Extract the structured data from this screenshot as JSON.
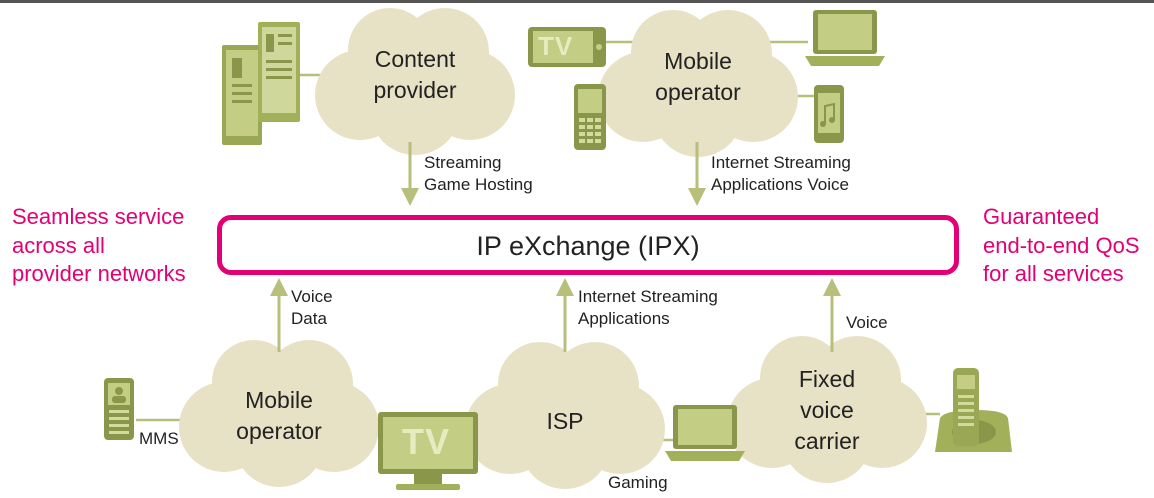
{
  "hub": {
    "label": "IP eXchange (IPX)"
  },
  "side_left": {
    "lines": [
      "Seamless service",
      "across all",
      "provider networks"
    ]
  },
  "side_right": {
    "lines": [
      "Guaranteed",
      "end-to-end QoS",
      "for all services"
    ]
  },
  "clouds": {
    "content_provider": {
      "lines": [
        "Content",
        "provider"
      ]
    },
    "mobile_top": {
      "lines": [
        "Mobile",
        "operator"
      ]
    },
    "mobile_bottom": {
      "lines": [
        "Mobile",
        "operator"
      ]
    },
    "isp": {
      "lines": [
        "ISP"
      ]
    },
    "fixed_voice": {
      "lines": [
        "Fixed",
        "voice",
        "carrier"
      ]
    }
  },
  "flows": {
    "content_down": [
      "Streaming",
      "Game Hosting"
    ],
    "mobile_down": [
      "Internet Streaming",
      "Applications Voice"
    ],
    "mobile_up": [
      "Voice",
      "Data"
    ],
    "isp_up": [
      "Internet Streaming",
      "Applications"
    ],
    "fixed_up": [
      "Voice"
    ]
  },
  "device_labels": {
    "mms": "MMS",
    "gaming": "Gaming"
  },
  "device_icons": {
    "tv_label": "TV",
    "servers": "server-icon",
    "tv": "tv-icon",
    "phone": "mobile-phone-icon",
    "laptop": "laptop-icon",
    "music_phone": "music-player-icon",
    "cordless": "cordless-phone-icon"
  },
  "colors": {
    "accent": "#e20074",
    "cloud": "#e7e2c5",
    "device": "#b2bf6c",
    "device_dark": "#8a974a",
    "arrow": "#b7bf7a",
    "text": "#222222"
  }
}
